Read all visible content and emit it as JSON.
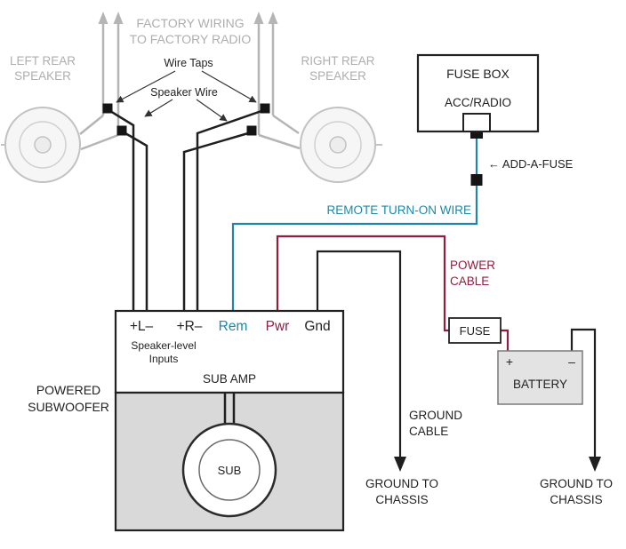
{
  "colors": {
    "wire_teal": "#1f87a5",
    "wire_maroon": "#8e1f3e",
    "muted_gray": "#aeaeae",
    "ink": "#222222"
  },
  "top": {
    "factory_wiring_line1": "FACTORY WIRING",
    "factory_wiring_line2": "TO FACTORY RADIO",
    "left_speaker_line1": "LEFT REAR",
    "left_speaker_line2": "SPEAKER",
    "right_speaker_line1": "RIGHT REAR",
    "right_speaker_line2": "SPEAKER",
    "wire_taps": "Wire Taps",
    "speaker_wire": "Speaker Wire"
  },
  "fuse_box": {
    "title": "FUSE BOX",
    "slot_label": "ACC/RADIO",
    "add_a_fuse": "← ADD-A-FUSE"
  },
  "wires": {
    "remote_turn_on": "REMOTE TURN-ON WIRE",
    "power_cable_line1": "POWER",
    "power_cable_line2": "CABLE",
    "ground_cable_line1": "GROUND",
    "ground_cable_line2": "CABLE"
  },
  "amp": {
    "terminals": [
      "+L–",
      "+R–",
      "Rem",
      "Pwr",
      "Gnd"
    ],
    "inputs_line1": "Speaker-level",
    "inputs_line2": "Inputs",
    "name": "SUB AMP",
    "enclosure_line1": "POWERED",
    "enclosure_line2": "SUBWOOFER",
    "sub": "SUB"
  },
  "power": {
    "fuse": "FUSE",
    "battery": "BATTERY",
    "plus": "+",
    "minus": "–"
  },
  "grounds": {
    "chassis1_line1": "GROUND TO",
    "chassis1_line2": "CHASSIS",
    "chassis2_line1": "GROUND TO",
    "chassis2_line2": "CHASSIS"
  }
}
